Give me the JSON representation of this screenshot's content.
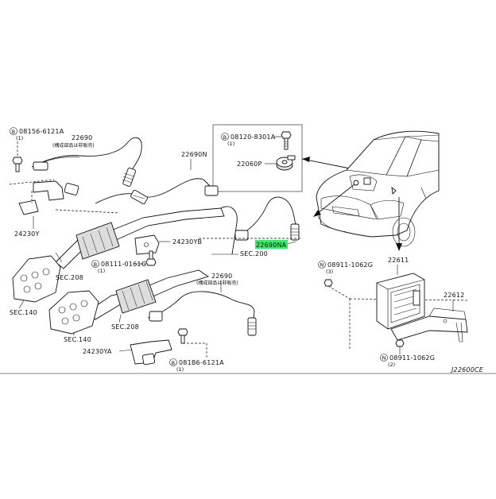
{
  "labels": {
    "bolt_left_top": "08156-6121A",
    "bolt_left_top_qty": "(1)",
    "p22690_top": "22690",
    "note_top": "(構成部品は非販売)",
    "p22690N": "22690N",
    "p24230Y": "24230Y",
    "p24230YB": "24230YB",
    "bolt_center": "08111-0161G",
    "bolt_center_qty": "(1)",
    "sec208_left": "SEC.208",
    "sec140_left": "SEC.140",
    "sec200": "SEC.200",
    "p22690NA": "22690NA",
    "note_mid": "(構成部品は非販売)",
    "sec208_mid": "SEC.208",
    "sec140_mid": "SEC.140",
    "p24230YA": "24230YA",
    "p22690_bottom": "22690",
    "bolt_bottom": "081B6-6121A",
    "bolt_bottom_qty": "(1)",
    "inset_bolt": "08120-8301A",
    "inset_bolt_qty": "(1)",
    "p22060P": "22060P",
    "nut_top": "08911-1062G",
    "nut_top_qty": "(3)",
    "p22611": "22611",
    "p22612": "22612",
    "nut_bottom": "08911-1062G",
    "nut_bottom_qty": "(2)",
    "ref_code": "J22600CE",
    "circle_b": "B",
    "circle_n": "N"
  },
  "colors": {
    "highlight": "#3ee86a",
    "line": "#111111",
    "background": "#ffffff"
  }
}
